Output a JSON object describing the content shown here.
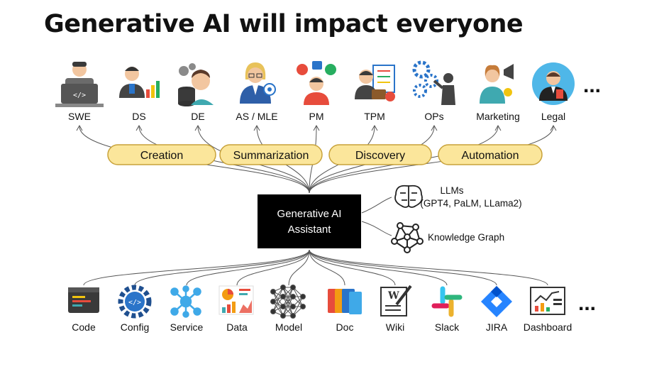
{
  "title": "Generative AI will impact everyone",
  "roles": [
    "SWE",
    "DS",
    "DE",
    "AS / MLE",
    "PM",
    "TPM",
    "OPs",
    "Marketing",
    "Legal"
  ],
  "capabilities": [
    "Creation",
    "Summarization",
    "Discovery",
    "Automation"
  ],
  "hub": {
    "line1": "Generative AI",
    "line2": "Assistant"
  },
  "llm": {
    "line1": "LLMs",
    "line2": "(GPT4, PaLM, LLama2)"
  },
  "knowledge_graph": "Knowledge Graph",
  "sources": [
    "Code",
    "Config",
    "Service",
    "Data",
    "Model",
    "Doc",
    "Wiki",
    "Slack",
    "JIRA",
    "Dashboard"
  ],
  "more": "...",
  "colors": {
    "pill_fill": "#fbe69b",
    "pill_stroke": "#c8a23a",
    "hub": "#000000",
    "accent_blue": "#2a74c9"
  },
  "icons": {
    "roles": [
      "developer-laptop-icon",
      "data-scientist-chart-icon",
      "data-engineer-database-icon",
      "ml-scientist-icon",
      "product-manager-icon",
      "program-manager-board-icon",
      "ops-gears-icon",
      "marketing-megaphone-icon",
      "legal-lawyer-icon"
    ],
    "sources": [
      "code-editor-icon",
      "config-gear-icon",
      "service-network-icon",
      "data-charts-icon",
      "neural-network-icon",
      "documents-icon",
      "wiki-page-icon",
      "slack-logo-icon",
      "jira-logo-icon",
      "dashboard-chart-icon"
    ]
  }
}
